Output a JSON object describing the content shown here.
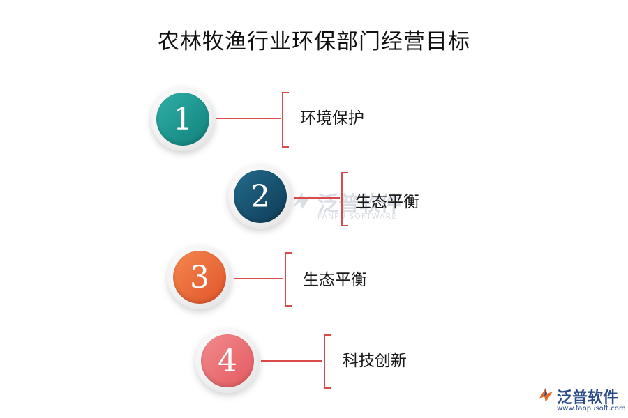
{
  "title": "农林牧渔行业环保部门经营目标",
  "items": [
    {
      "number": "1",
      "label": "环境保护",
      "color_light": "#27a39c",
      "color_dark": "#11807a"
    },
    {
      "number": "2",
      "label": "生态平衡",
      "color_light": "#1d5a78",
      "color_dark": "#0e3b55"
    },
    {
      "number": "3",
      "label": "生态平衡",
      "color_light": "#f47a45",
      "color_dark": "#e0552a"
    },
    {
      "number": "4",
      "label": "科技创新",
      "color_light": "#f07a7e",
      "color_dark": "#e35a5f"
    }
  ],
  "watermark": {
    "text_cn": "泛普软件",
    "text_en": "FANPU SOFTWARE",
    "icon": "fanpu-logo-icon"
  },
  "brand": {
    "name": "泛普软件",
    "url": "www.fanpusoft.com",
    "icon": "fanpu-logo-icon"
  },
  "accent_color": "#d94a4a"
}
